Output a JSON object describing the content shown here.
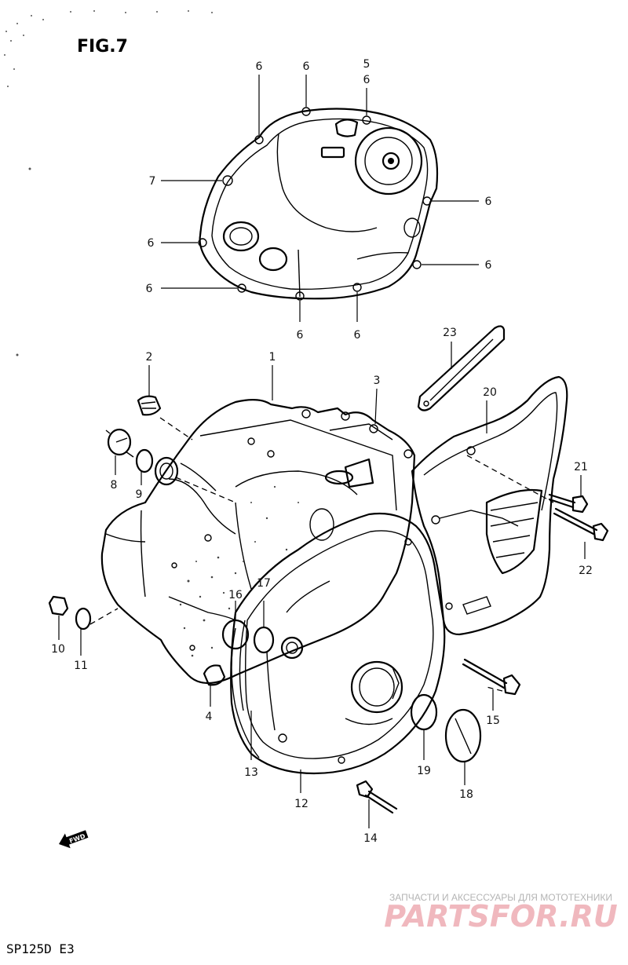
{
  "figure_title": "FIG.7",
  "model_code": "SP125D E3",
  "watermark": {
    "tagline": "ЗАПЧАСТИ И АКСЕССУАРЫ ДЛЯ МОТОТЕХНИКИ",
    "brand": "PARTSFOR.RU"
  },
  "fwd_arrow": "FWD",
  "callouts": {
    "c1": "1",
    "c2": "2",
    "c3": "3",
    "c4": "4",
    "c5": "5",
    "c6a": "6",
    "c6b": "6",
    "c6c": "6",
    "c6d": "6",
    "c6e": "6",
    "c6f": "6",
    "c6g": "6",
    "c6h": "6",
    "c6i": "6",
    "c7": "7",
    "c8": "8",
    "c9": "9",
    "c10": "10",
    "c11": "11",
    "c12": "12",
    "c13": "13",
    "c14": "14",
    "c15": "15",
    "c16": "16",
    "c17": "17",
    "c18": "18",
    "c19": "19",
    "c20": "20",
    "c21": "21",
    "c22": "22",
    "c23": "23"
  }
}
